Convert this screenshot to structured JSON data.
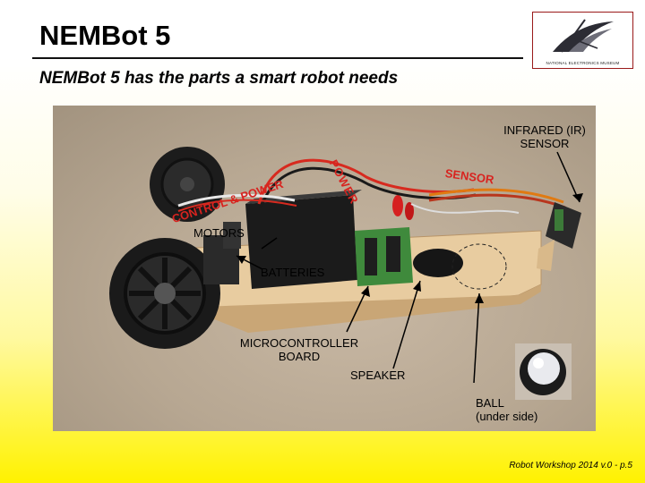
{
  "slide": {
    "title": "NEMBot 5",
    "subtitle": "NEMBot 5 has the parts a smart robot needs",
    "footer": "Robot Workshop 2014 v.0 - p.5"
  },
  "logo": {
    "text": "NATIONAL ELECTRONICS MUSEUM",
    "icon": "museum-logo-icon"
  },
  "labels": {
    "ir_sensor_line1": "INFRARED (IR)",
    "ir_sensor_line2": "SENSOR",
    "motors": "MOTORS",
    "batteries": "BATTERIES",
    "microcontroller_line1": "MICROCONTROLLER",
    "microcontroller_line2": "BOARD",
    "speaker": "SPEAKER",
    "ball_line1": "BALL",
    "ball_line2": "(under side)"
  },
  "wire_labels": {
    "power": "POWER",
    "sensor": "SENSOR",
    "control_power": "CONTROL & POWER"
  },
  "colors": {
    "wire_label": "#d8231f",
    "background_bottom": "#fff200"
  }
}
